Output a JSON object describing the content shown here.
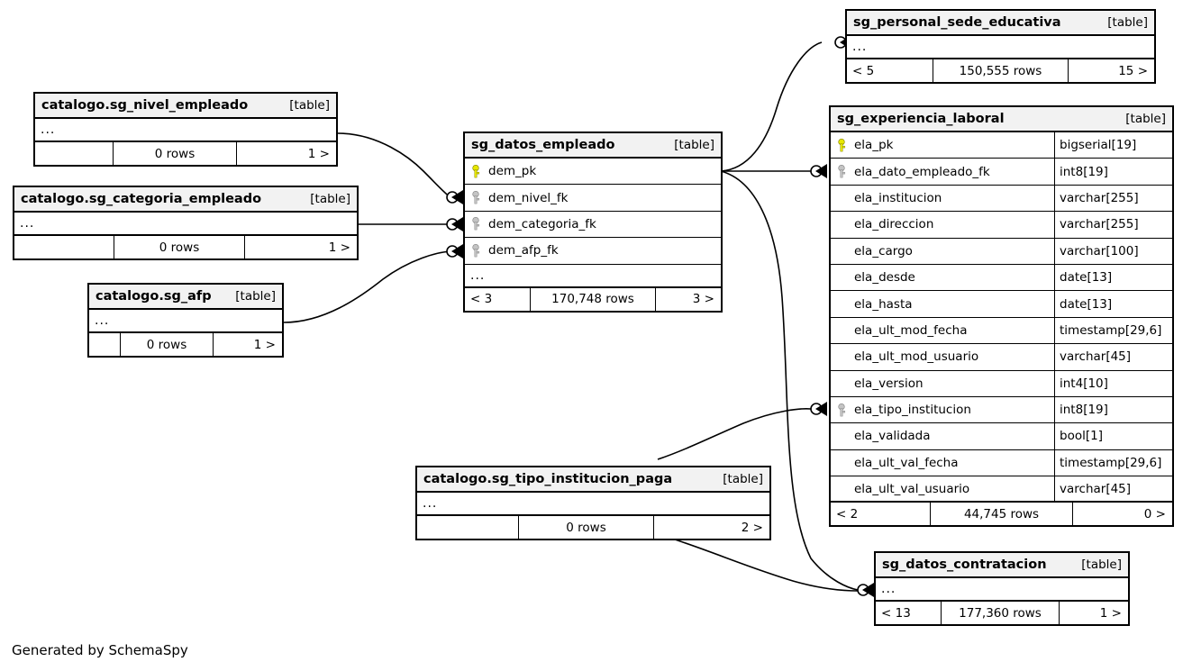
{
  "diagram": {
    "title": "SchemaSpy relationships diagram",
    "credit": "Generated by SchemaSpy",
    "table_tag": "[table]",
    "ellipsis": "...",
    "header_bg": "#f2f2f2",
    "pk_key_color": "#e8e800",
    "fk_key_color": "#b3b3b3",
    "line_color": "#000000"
  },
  "tables": [
    {
      "id": "sg_personal_sede_educativa",
      "name": "sg_personal_sede_educativa",
      "tag": "[table]",
      "columns": [],
      "has_ellipsis": true,
      "footer": {
        "left": "< 5",
        "mid": "150,555 rows",
        "right": "15 >"
      }
    },
    {
      "id": "sg_experiencia_laboral",
      "name": "sg_experiencia_laboral",
      "tag": "[table]",
      "columns": [
        {
          "key": "pk",
          "name": "ela_pk",
          "type": "bigserial[19]"
        },
        {
          "key": "fk",
          "name": "ela_dato_empleado_fk",
          "type": "int8[19]"
        },
        {
          "key": "none",
          "name": "ela_institucion",
          "type": "varchar[255]"
        },
        {
          "key": "none",
          "name": "ela_direccion",
          "type": "varchar[255]"
        },
        {
          "key": "none",
          "name": "ela_cargo",
          "type": "varchar[100]"
        },
        {
          "key": "none",
          "name": "ela_desde",
          "type": "date[13]"
        },
        {
          "key": "none",
          "name": "ela_hasta",
          "type": "date[13]"
        },
        {
          "key": "none",
          "name": "ela_ult_mod_fecha",
          "type": "timestamp[29,6]"
        },
        {
          "key": "none",
          "name": "ela_ult_mod_usuario",
          "type": "varchar[45]"
        },
        {
          "key": "none",
          "name": "ela_version",
          "type": "int4[10]"
        },
        {
          "key": "fk",
          "name": "ela_tipo_institucion",
          "type": "int8[19]"
        },
        {
          "key": "none",
          "name": "ela_validada",
          "type": "bool[1]"
        },
        {
          "key": "none",
          "name": "ela_ult_val_fecha",
          "type": "timestamp[29,6]"
        },
        {
          "key": "none",
          "name": "ela_ult_val_usuario",
          "type": "varchar[45]"
        }
      ],
      "has_ellipsis": false,
      "footer": {
        "left": "< 2",
        "mid": "44,745 rows",
        "right": "0 >"
      }
    },
    {
      "id": "sg_datos_empleado",
      "name": "sg_datos_empleado",
      "tag": "[table]",
      "columns": [
        {
          "key": "pk",
          "name": "dem_pk",
          "type": ""
        },
        {
          "key": "fk",
          "name": "dem_nivel_fk",
          "type": ""
        },
        {
          "key": "fk",
          "name": "dem_categoria_fk",
          "type": ""
        },
        {
          "key": "fk",
          "name": "dem_afp_fk",
          "type": ""
        }
      ],
      "has_ellipsis": true,
      "footer": {
        "left": "< 3",
        "mid": "170,748 rows",
        "right": "3 >"
      }
    },
    {
      "id": "catalogo_sg_nivel_empleado",
      "name": "catalogo.sg_nivel_empleado",
      "tag": "[table]",
      "columns": [],
      "has_ellipsis": true,
      "footer": {
        "left": "",
        "mid": "0 rows",
        "right": "1 >"
      }
    },
    {
      "id": "catalogo_sg_categoria_empleado",
      "name": "catalogo.sg_categoria_empleado",
      "tag": "[table]",
      "columns": [],
      "has_ellipsis": true,
      "footer": {
        "left": "",
        "mid": "0 rows",
        "right": "1 >"
      }
    },
    {
      "id": "catalogo_sg_afp",
      "name": "catalogo.sg_afp",
      "tag": "[table]",
      "columns": [],
      "has_ellipsis": true,
      "footer": {
        "left": "",
        "mid": "0 rows",
        "right": "1 >"
      }
    },
    {
      "id": "catalogo_sg_tipo_institucion_paga",
      "name": "catalogo.sg_tipo_institucion_paga",
      "tag": "[table]",
      "columns": [],
      "has_ellipsis": true,
      "footer": {
        "left": "",
        "mid": "0 rows",
        "right": "2 >"
      }
    },
    {
      "id": "sg_datos_contratacion",
      "name": "sg_datos_contratacion",
      "tag": "[table]",
      "columns": [],
      "has_ellipsis": true,
      "footer": {
        "left": "< 13",
        "mid": "177,360 rows",
        "right": "1 >"
      }
    }
  ]
}
